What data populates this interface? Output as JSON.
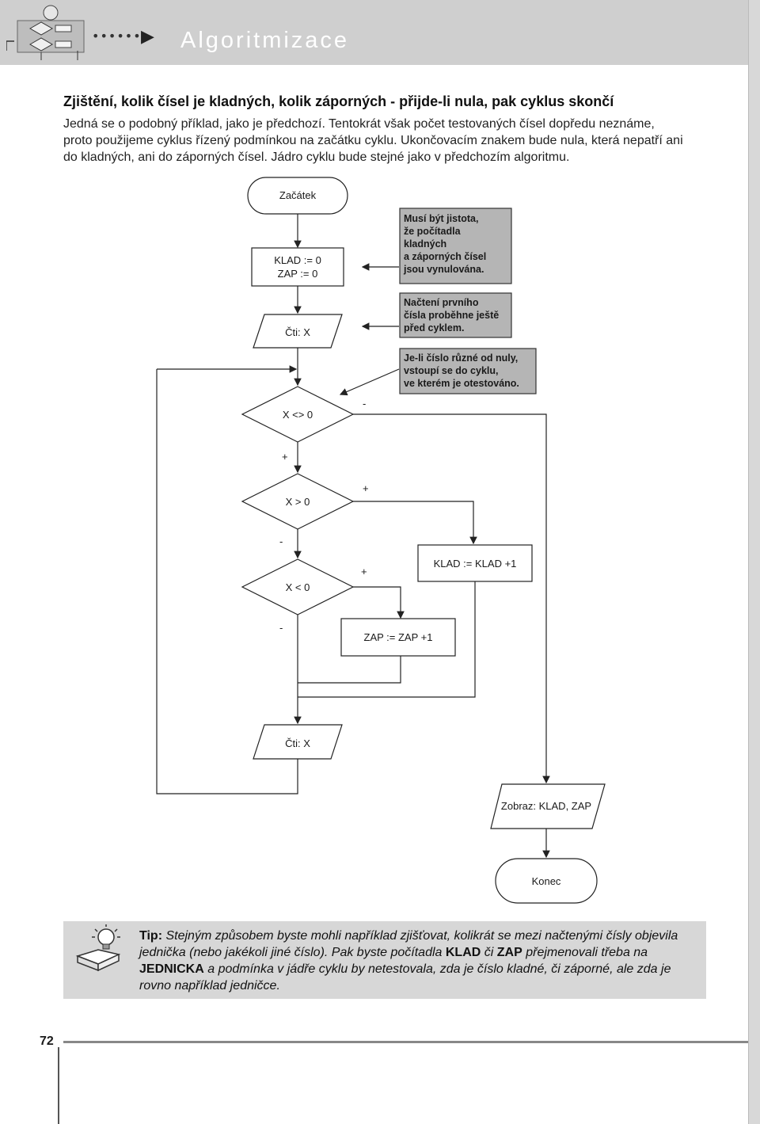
{
  "header": {
    "dots": "••••••",
    "arrow": "▶",
    "title": "Algoritmizace"
  },
  "heading": "Zjištění, kolik čísel je kladných, kolik záporných - přijde-li nula, pak cyklus skončí",
  "paragraph": [
    "Jedná se o podobný příklad, jako je předchozí. Tentokrát však počet testovaných čísel dopředu neznáme,",
    "proto použijeme cyklus řízený podmínkou na začátku cyklu. Ukončovacím znakem bude nula, která nepatří ani",
    "do kladných, ani do záporných čísel. Jádro cyklu bude stejné jako v předchozím algoritmu."
  ],
  "flowchart": {
    "start": "Začátek",
    "init_line1": "KLAD := 0",
    "init_line2": "ZAP := 0",
    "read1": "Čti: X",
    "cond1": "X <> 0",
    "cond2": "X > 0",
    "cond3": "X < 0",
    "klad_inc": "KLAD := KLAD +1",
    "zap_inc": "ZAP := ZAP +1",
    "read2": "Čti: X",
    "output": "Zobraz: KLAD, ZAP",
    "end": "Konec",
    "plus": "+",
    "minus": "-",
    "note1": [
      "Musí být jistota,",
      "že počítadla",
      "kladných",
      "a záporných čísel",
      "jsou vynulována."
    ],
    "note2": [
      "Načtení prvního",
      "čísla proběhne ještě",
      "před cyklem."
    ],
    "note3": [
      "Je-li číslo různé od nuly,",
      "vstoupí se do cyklu,",
      "ve kterém je otestováno."
    ]
  },
  "tip": {
    "label": "Tip:",
    "part1": " Stejným způsobem byste mohli například zjišťovat, kolikrát se mezi načtenými čísly objevila jednička (nebo jakékoli jiné číslo). Pak byste počítadla ",
    "klad": "KLAD",
    "part2": " či ",
    "zap": "ZAP",
    "part3": " přejmenovali třeba na ",
    "jednicka": "JEDNICKA",
    "part4": " a podmínka v jádře cyklu by netestovala, zda je číslo kladné, či záporné, ale zda je rovno například jedničce."
  },
  "page_number": "72"
}
